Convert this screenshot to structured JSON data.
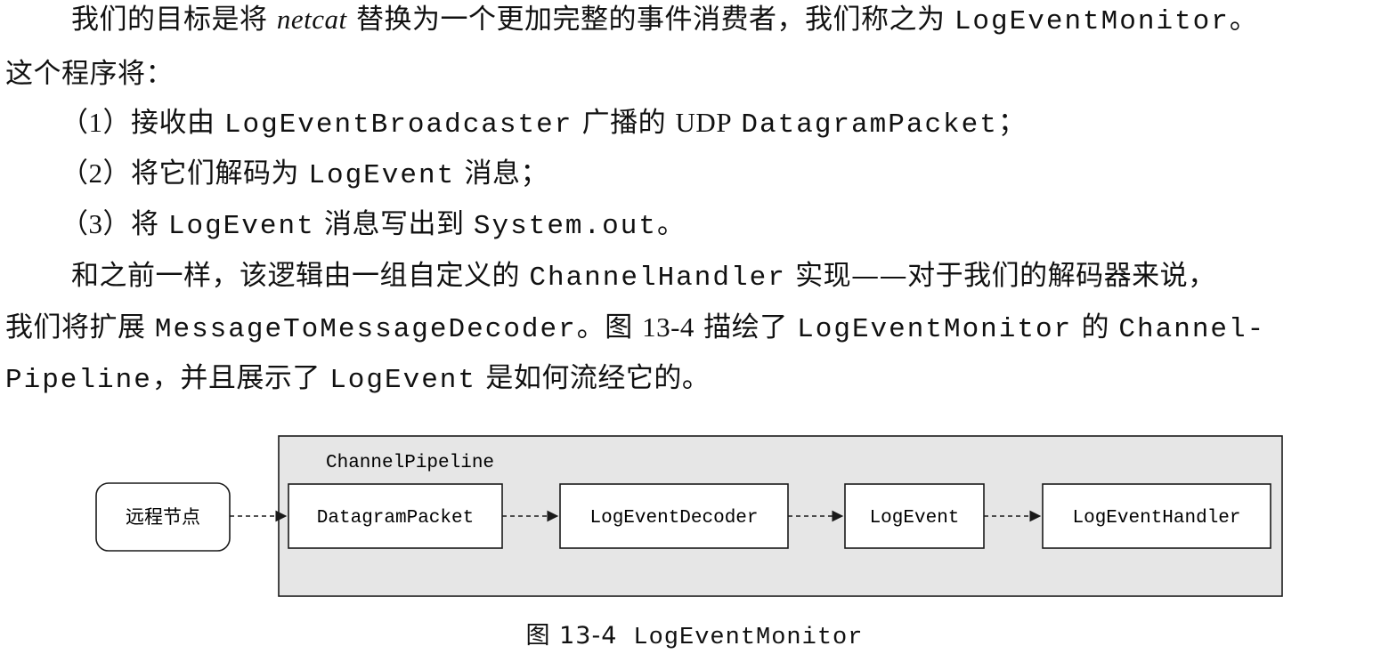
{
  "paragraph1": {
    "a": "我们的目标是将 ",
    "netcat": "netcat",
    "b": " 替换为一个更加完整的事件消费者，我们称之为 ",
    "monitor": "LogEventMonitor",
    "c": "。",
    "d": "这个程序将："
  },
  "list": [
    {
      "num": "（1）",
      "a": "接收由 ",
      "code1": "LogEventBroadcaster",
      "b": " 广播的 ",
      "udp": "UDP",
      "c": " ",
      "code2": "DatagramPacket",
      "d": "；"
    },
    {
      "num": "（2）",
      "a": "将它们解码为 ",
      "code1": "LogEvent",
      "b": " 消息；"
    },
    {
      "num": "（3）",
      "a": "将 ",
      "code1": "LogEvent",
      "b": " 消息写出到 ",
      "code2": "System.out",
      "c": "。"
    }
  ],
  "paragraph2": {
    "a": "和之前一样，该逻辑由一组自定义的 ",
    "handler": "ChannelHandler",
    "b": " 实现——对于我们的解码器来说，",
    "c": "我们将扩展 ",
    "decoder": "MessageToMessageDecoder",
    "d": "。图 ",
    "fig": "13-4",
    "e": " 描绘了 ",
    "monitor": "LogEventMonitor",
    "f": " 的 ",
    "channel": "Channel-",
    "pipeline": "Pipeline",
    "g": "，并且展示了 ",
    "logevent": "LogEvent",
    "h": " 是如何流经它的。"
  },
  "figure": {
    "pipeline_title": "ChannelPipeline",
    "remote_node": "远程节点",
    "stages": [
      "DatagramPacket",
      "LogEventDecoder",
      "LogEvent",
      "LogEventHandler"
    ],
    "colors": {
      "pipeline_bg": "#e6e6e6",
      "stroke": "#1a1a1a"
    }
  },
  "caption": {
    "prefix": "图 13-4",
    "name": "LogEventMonitor"
  }
}
